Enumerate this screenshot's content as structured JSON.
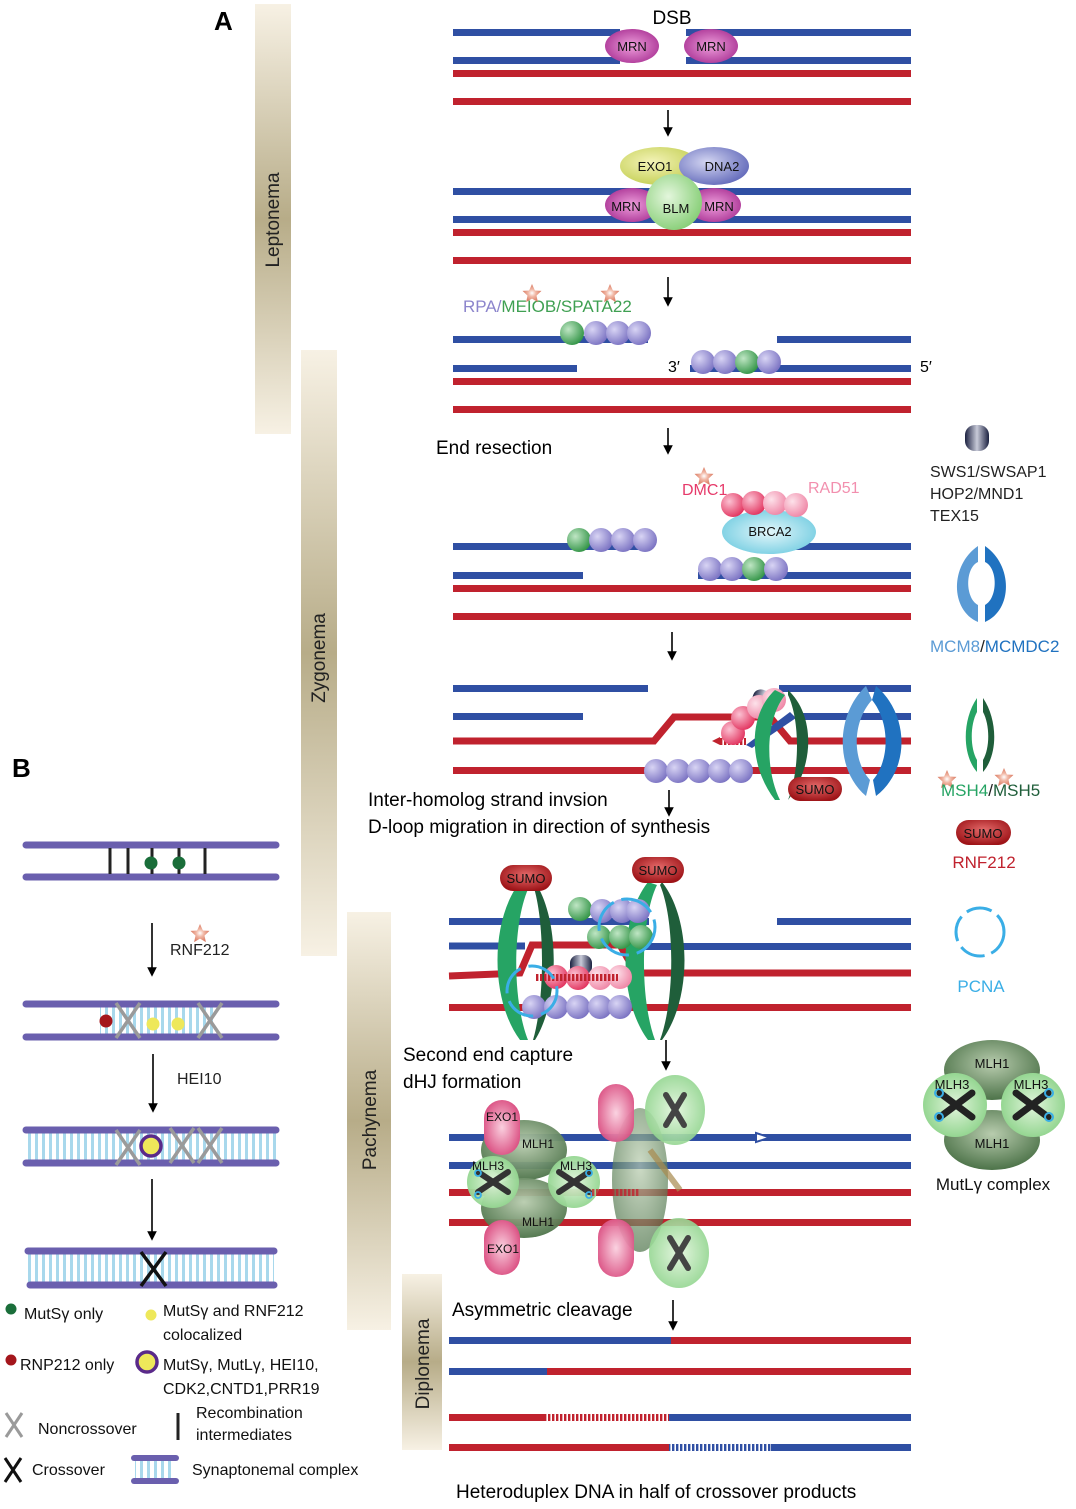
{
  "panel_a": {
    "label": "A",
    "phases": [
      {
        "name": "Leptonema"
      },
      {
        "name": "Zygonema"
      },
      {
        "name": "Pachynema"
      },
      {
        "name": "Diplonema"
      }
    ],
    "step1": {
      "title": "DSB",
      "mrn_left": "MRN",
      "mrn_right": "MRN"
    },
    "step2": {
      "exo1": "EXO1",
      "dna2": "DNA2",
      "blm": "BLM",
      "mrn_left": "MRN",
      "mrn_right": "MRN"
    },
    "step3": {
      "rpa": "RPA/",
      "meiob": "MEIOB/SPATA22",
      "three_prime": "3′",
      "five_prime": "5′"
    },
    "end_resection": "End resection",
    "step4": {
      "dmc1": "DMC1",
      "rad51": "RAD51",
      "brca2": "BRCA2"
    },
    "step5": {
      "sumo": "SUMO"
    },
    "invasion_text_1": "Inter-homolog  strand invsion",
    "invasion_text_2": "D-loop migration in direction of synthesis",
    "step6": {
      "sumo_left": "SUMO",
      "sumo_right": "SUMO"
    },
    "second_end_1": "Second end capture",
    "second_end_2": "dHJ formation",
    "step7": {
      "exo1_top": "EXO1",
      "exo1_bottom": "EXO1",
      "mlh1_top": "MLH1",
      "mlh1_bottom": "MLH1",
      "mlh3_left": "MLH3",
      "mlh3_right": "MLH3"
    },
    "asymmetric": "Asymmetric cleavage",
    "heteroduplex": "Heteroduplex DNA in  half of crossover products"
  },
  "legend_right": {
    "sws1": "SWS1/SWSAP1",
    "hop2": "HOP2/MND1",
    "tex15": "TEX15",
    "mcm8": "MCM8",
    "slash1": "/",
    "mcmdc2": "MCMDC2",
    "msh4": "MSH4",
    "slash2": "/",
    "msh5": "MSH5",
    "sumo": "SUMO",
    "rnf212": "RNF212",
    "pcna": "PCNA",
    "mlh1_top": "MLH1",
    "mlh1_bottom": "MLH1",
    "mlh3_left": "MLH3",
    "mlh3_right": "MLH3",
    "mutl_complex": "MutLγ complex"
  },
  "panel_b": {
    "label": "B",
    "arrow1_label": "RNF212",
    "arrow2_label": "HEI10",
    "legend": {
      "mutsg_only": "MutSγ only",
      "mutsg_rnf212_1": "MutSγ and RNF212",
      "mutsg_rnf212_2": "colocalized",
      "rnp212_only": "RNP212 only",
      "mutsg_mutlg_1": "MutSγ, MutLγ, HEI10,",
      "mutsg_mutlg_2": "CDK2,CNTD1,PRR19",
      "noncrossover": "Noncrossover",
      "recomb_1": "Recombination",
      "recomb_2": "intermediates",
      "crossover": "Crossover",
      "synaptonemal": "Synaptonemal complex"
    }
  },
  "colors": {
    "blue_strand": "#2f4fa3",
    "red_strand": "#c0222e",
    "sc_lateral": "#6a5fae",
    "sc_transverse": "#a8d8ec",
    "phase_bar": "#b9ae8c",
    "rpa": "#8c85cc",
    "meiob": "#3fa052",
    "mrn": "#b03a9a",
    "dmc1": "#e63a6a",
    "rad51": "#f28fae",
    "mcm8": "#5b9bd5",
    "mcmdc2": "#2072c0",
    "msh4": "#26a464",
    "msh5": "#1f5e3a",
    "sumo": "#a8191f",
    "rnf212_text": "#c0222e",
    "pcna": "#3aaee6",
    "mutsg_dot": "#1a6e3a",
    "rnf212_dot": "#a4161c",
    "coloc_dot": "#eee85a",
    "noncrossover": "#9a9a9a"
  }
}
